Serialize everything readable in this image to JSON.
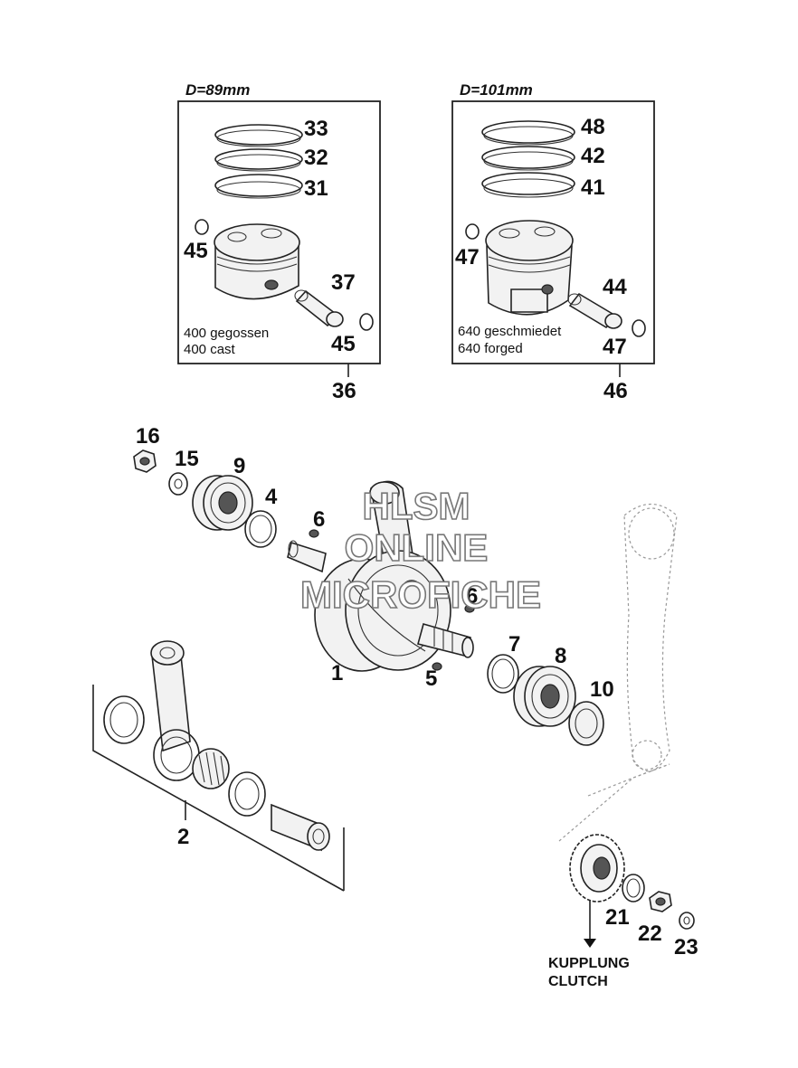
{
  "panels": {
    "left": {
      "diameter": "D=89mm",
      "note_line1": "400 gegossen",
      "note_line2": "400 cast",
      "assembly_number": "36",
      "ring_numbers": [
        "33",
        "32",
        "31"
      ],
      "clip_upper": "45",
      "pin": "37",
      "clip_lower": "45"
    },
    "right": {
      "diameter": "D=101mm",
      "note_line1": "640 geschmiedet",
      "note_line2": "640 forged",
      "assembly_number": "46",
      "ring_numbers": [
        "48",
        "42",
        "41"
      ],
      "clip_upper": "47",
      "pin": "44",
      "clip_lower": "47"
    }
  },
  "callouts": {
    "c16": "16",
    "c15": "15",
    "c9": "9",
    "c4": "4",
    "c6a": "6",
    "c6b": "6",
    "c1": "1",
    "c5": "5",
    "c7": "7",
    "c8": "8",
    "c10": "10",
    "c2": "2",
    "c21": "21",
    "c22": "22",
    "c23": "23"
  },
  "caption": {
    "line1": "KUPPLUNG",
    "line2": "CLUTCH"
  },
  "watermark": {
    "line1": "HLSM",
    "line2": "ONLINE",
    "line3": "MICROFICHE"
  }
}
